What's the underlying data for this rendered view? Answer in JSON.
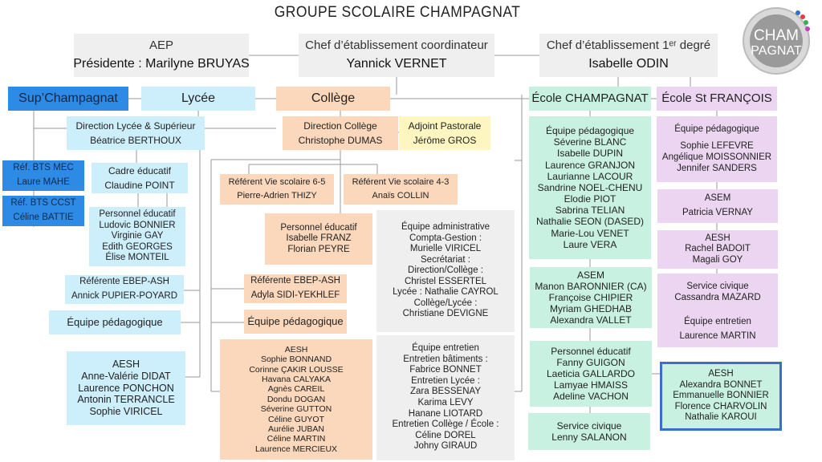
{
  "title": "GROUPE SCOLAIRE CHAMPAGNAT",
  "logo": {
    "text": "CHAMPAGNAT"
  },
  "boxes": {
    "aep": [
      "AEP",
      "Présidente : Marilyne BRUYAS"
    ],
    "chef_coord": [
      "Chef d’établissement coordinateur",
      "Yannick VERNET"
    ],
    "chef_1er": [
      "Chef d’établissement 1ᵉʳ degré",
      "Isabelle ODIN"
    ],
    "sup": [
      "Sup’Champagnat"
    ],
    "lycee": [
      "Lycée"
    ],
    "college": [
      "Collège"
    ],
    "ecole_champagnat": [
      "École CHAMPAGNAT"
    ],
    "ecole_stf": [
      "École St FRANÇOIS"
    ],
    "dir_lycee": [
      "Direction Lycée & Supérieur",
      "Béatrice BERTHOUX"
    ],
    "bts_mec": [
      "Réf. BTS MEC",
      "Laure MAHE"
    ],
    "bts_ccst": [
      "Réf. BTS CCST",
      "Céline BATTIE"
    ],
    "cadre_edu": [
      "Cadre éducatif",
      "Claudine POINT"
    ],
    "perso_lycee": [
      "Personnel éducatif",
      "Ludovic BONNIER",
      "Virginie GAY",
      "Edith GEORGES",
      "Élise MONTEIL"
    ],
    "ebep_lycee": [
      "Référente EBEP-ASH",
      "Annick PUPIER-POYARD"
    ],
    "peda_lycee": [
      "Équipe pédagogique"
    ],
    "aesh_lycee": [
      "AESH",
      "Anne-Valérie DIDAT",
      "Laurence PONCHON",
      "Antonin TERRANCLE",
      "Sophie VIRICEL"
    ],
    "dir_college": [
      "Direction Collège",
      "Christophe DUMAS"
    ],
    "pastorale": [
      "Adjoint Pastorale",
      "Jérôme GROS"
    ],
    "vs65": [
      "Référent Vie scolaire 6-5",
      "Pierre-Adrien THIZY"
    ],
    "vs43": [
      "Référent Vie scolaire 4-3",
      "Anaïs COLLIN"
    ],
    "perso_college": [
      "Personnel éducatif",
      "Isabelle FRANZ",
      "Florian PEYRE"
    ],
    "ebep_college": [
      "Référente EBEP-ASH",
      "Adyla SIDI-YEKHLEF"
    ],
    "peda_college": [
      "Équipe pédagogique"
    ],
    "aesh_college": [
      "AESH",
      "Sophie BONNAND",
      "Corinne ÇAKIR LOUSSE",
      "Havana CALYAKA",
      "Agnès CAREIL",
      "Dondu DOGAN",
      "Séverine GUTTON",
      "Céline GUYOT",
      "Aurélie JUBAN",
      "Céline MARTIN",
      "Laurence MERCIEUX"
    ],
    "admin": [
      "Équipe administrative",
      "Compta-Gestion :",
      "Murielle VIRICEL",
      "Secrétariat :",
      "Direction/Collège :",
      "Christel ESSERTEL",
      "Lycée : Nathalie CAYROL",
      "Collège/Lycée :",
      "Christiane DEVIGNE"
    ],
    "entretien": [
      "Équipe entretien",
      "Entretien bâtiments :",
      "Fabrice BONNET",
      "Entretien Lycée :",
      "Zara BESSENAY",
      "Karima LEVY",
      "Hanane LIOTARD",
      "Entretien Collège / École :",
      "Céline DOREL",
      "Johny GIRAUD"
    ],
    "ec_peda": [
      "Équipe pédagogique",
      "Séverine BLANC",
      "Isabelle DUPIN",
      "Laurence GRANJON",
      "Laurianne LACOUR",
      "Sandrine NOEL-CHENU",
      "Elodie PIOT",
      "Sabrina TELIAN",
      "Nathalie SEON (DASED)",
      "Marie-Lou VENET",
      "Laure VERA"
    ],
    "ec_asem": [
      "ASEM",
      "Manon BARONNIER (CA)",
      "Françoise CHIPIER",
      "Myriam GHEDHAB",
      "Alexandra VALLET"
    ],
    "ec_perso": [
      "Personnel éducatif",
      "Fanny GUIGON",
      "Laeticia GALLARDO",
      "Lamyae HMAISS",
      "Adeline VACHON"
    ],
    "ec_civique": [
      "Service civique",
      "Lenny SALANON"
    ],
    "ec_aesh": [
      "AESH",
      "Alexandra BONNET",
      "Emmanuelle BONNIER",
      "Florence CHARVOLIN",
      "Nathalie KAROUI"
    ],
    "sf_peda": [
      "Équipe pédagogique",
      "",
      "Sophie LEFEVRE",
      "Angélique MOISSONNIER",
      "Jennifer SANDERS"
    ],
    "sf_asem": [
      "ASEM",
      "Patricia VERNAY"
    ],
    "sf_aesh": [
      "AESH",
      "Rachel BADOIT",
      "Magali GOY"
    ],
    "sf_civique": [
      "Service civique",
      "Cassandra MAZARD"
    ],
    "sf_entretien": [
      "Équipe entretien",
      "Laurence MARTIN"
    ]
  },
  "colors": {
    "sup": "#2d8be6",
    "lycee": "#cdeefb",
    "college": "#fbd7bb",
    "pastorale": "#fdf6c0",
    "admin": "#efefef",
    "ecole_champagnat": "#c8f1e2",
    "ecole_stf": "#ecd5f1",
    "highlight_border": "#3a6fc4"
  }
}
